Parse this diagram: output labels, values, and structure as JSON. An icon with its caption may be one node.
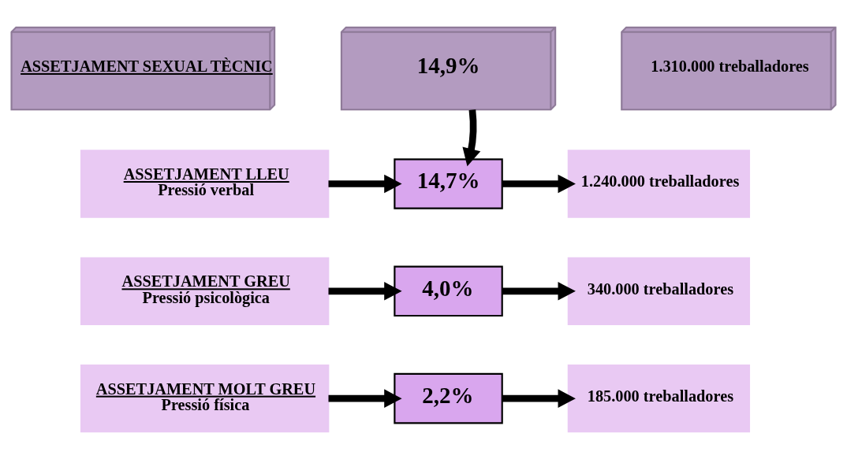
{
  "diagram": {
    "nodes": [
      {
        "text": [
          "ASSETJAMENT SEXUAL TÈCNIC"
        ]
      },
      {
        "text": [
          "14,9%"
        ]
      },
      {
        "text": [
          "1.310.000 treballadores"
        ]
      },
      {
        "text": [
          "ASSETJAMENT LLEU",
          "Pressió verbal"
        ]
      },
      {
        "text": [
          "14,7%"
        ]
      },
      {
        "text": [
          "1.240.000 treballadores"
        ]
      },
      {
        "text": [
          "ASSETJAMENT GREU",
          "Pressió psicològica"
        ]
      },
      {
        "text": [
          "4,0%"
        ]
      },
      {
        "text": [
          "340.000 treballadores"
        ]
      },
      {
        "text": [
          "ASSETJAMENT MOLT GREU",
          "Pressió física"
        ]
      },
      {
        "text": [
          "2,2%"
        ]
      },
      {
        "text": [
          "185.000 treballadores"
        ]
      }
    ],
    "edges": [
      {
        "from": 1,
        "to": 4,
        "arrow": "to"
      },
      {
        "from": 3,
        "to": 4,
        "arrow": "to"
      },
      {
        "from": 4,
        "to": 5,
        "arrow": "to"
      },
      {
        "from": 6,
        "to": 7,
        "arrow": "to"
      },
      {
        "from": 7,
        "to": 8,
        "arrow": "to"
      },
      {
        "from": 9,
        "to": 10,
        "arrow": "to"
      },
      {
        "from": 10,
        "to": 11,
        "arrow": "to"
      }
    ]
  }
}
